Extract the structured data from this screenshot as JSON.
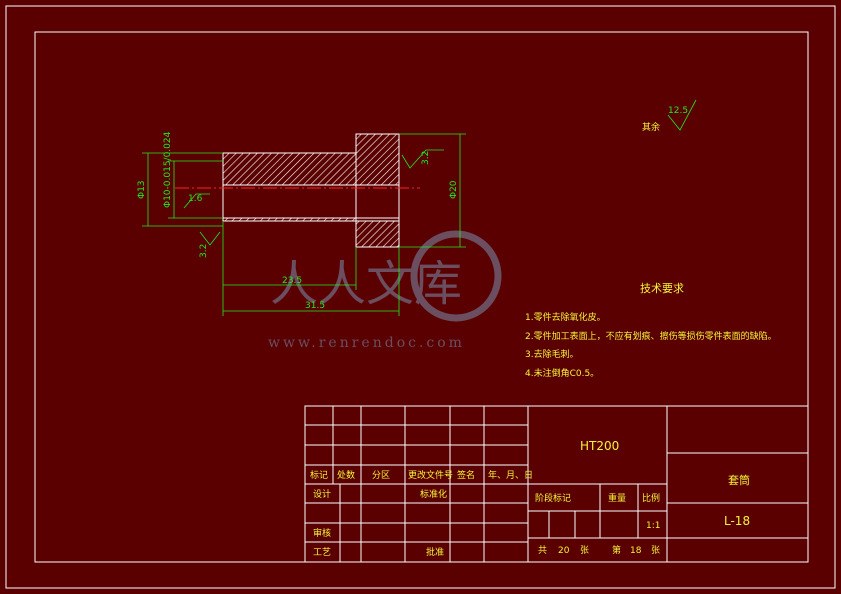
{
  "drawing": {
    "dimensions": {
      "outer_diameter": "Φ20",
      "flange_step_diameter": "Φ13",
      "bore_diameter": "Φ10-0.015/0.024",
      "length_total": "31.5",
      "length_step": "23.5"
    },
    "roughness": {
      "bore": "1.6",
      "flange_face": "3.2",
      "left_face": "3.2",
      "general": "12.5",
      "general_label": "其余"
    }
  },
  "tech_requirements": {
    "title": "技术要求",
    "items": [
      "1.零件去除氧化皮。",
      "2.零件加工表面上，不应有划痕、擦伤等损伤零件表面的缺陷。",
      "3.去除毛刺。",
      "4.未注倒角C0.5。"
    ]
  },
  "title_block": {
    "material": "HT200",
    "part_name": "套筒",
    "drawing_number": "L-18",
    "headers": [
      "标记",
      "处数",
      "分区",
      "更改文件号",
      "签名",
      "年、月、日"
    ],
    "row_design": "设计",
    "row_standardize": "标准化",
    "row_review": "审核",
    "row_process": "工艺",
    "row_approve": "批准",
    "stage_label": "阶段标记",
    "weight_label": "重量",
    "scale_label": "比例",
    "scale_value": "1:1",
    "sheets_total_prefix": "共",
    "sheets_total": "20",
    "sheets_unit": "张",
    "sheet_prefix": "第",
    "sheet_no": "18",
    "sheet_unit": "张"
  },
  "watermark": {
    "text": "人人文库",
    "url": "www.renrendoc.com"
  },
  "colors": {
    "background": "#5a0000",
    "frame": "#ffffff",
    "dimension": "#22e822",
    "text": "#f5f53a",
    "centerline": "#ff2020"
  }
}
